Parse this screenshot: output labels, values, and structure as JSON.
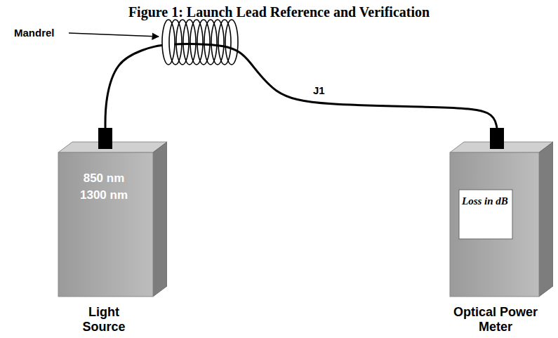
{
  "diagram": {
    "title": "Figure 1: Launch Lead Reference and Verification",
    "nodes": [
      {
        "text": [
          "850 nm",
          "1300 nm",
          "Light Source"
        ]
      },
      {
        "text": [
          "Loss in dB",
          "Optical Power Meter"
        ]
      }
    ],
    "edges": [
      {
        "from": 0,
        "to": 1,
        "arrow": "none",
        "label": "J1"
      }
    ],
    "labels": [
      "Mandrel"
    ]
  }
}
